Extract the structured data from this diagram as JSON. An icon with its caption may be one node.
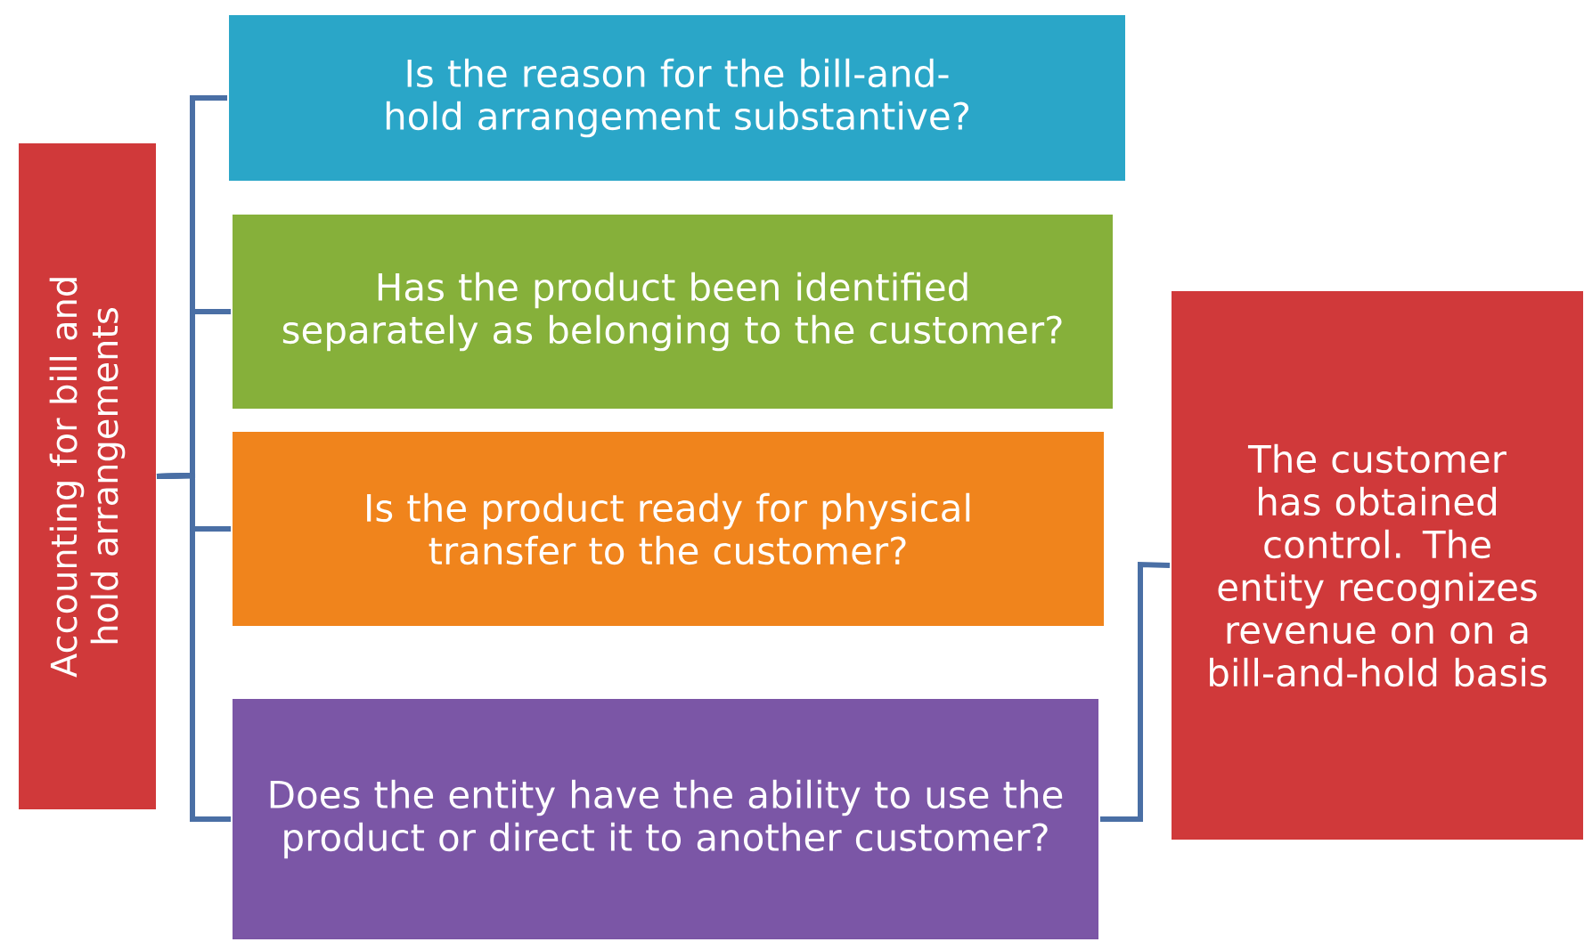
{
  "diagram": {
    "nodes": [
      {
        "text": [
          "Accounting for bill and hold arrangements"
        ]
      },
      {
        "text": [
          "Is the reason for the bill-and-hold arrangement substantive?"
        ]
      },
      {
        "text": [
          "Has the product been identified separately as belonging to the customer?"
        ]
      },
      {
        "text": [
          "Is the product ready for physical transfer to the customer?"
        ]
      },
      {
        "text": [
          "Does the entity have the ability to use the product or direct it to another customer?"
        ]
      },
      {
        "text": [
          "The customer has obtained control. The entity recognizes revenue on on a bill-and-hold basis"
        ]
      }
    ],
    "edges": [
      {
        "from": 0,
        "to": 1,
        "arrow": "none"
      },
      {
        "from": 0,
        "to": 2,
        "arrow": "none"
      },
      {
        "from": 0,
        "to": 3,
        "arrow": "none"
      },
      {
        "from": 0,
        "to": 4,
        "arrow": "none"
      },
      {
        "from": 4,
        "to": 5,
        "arrow": "none"
      }
    ]
  }
}
